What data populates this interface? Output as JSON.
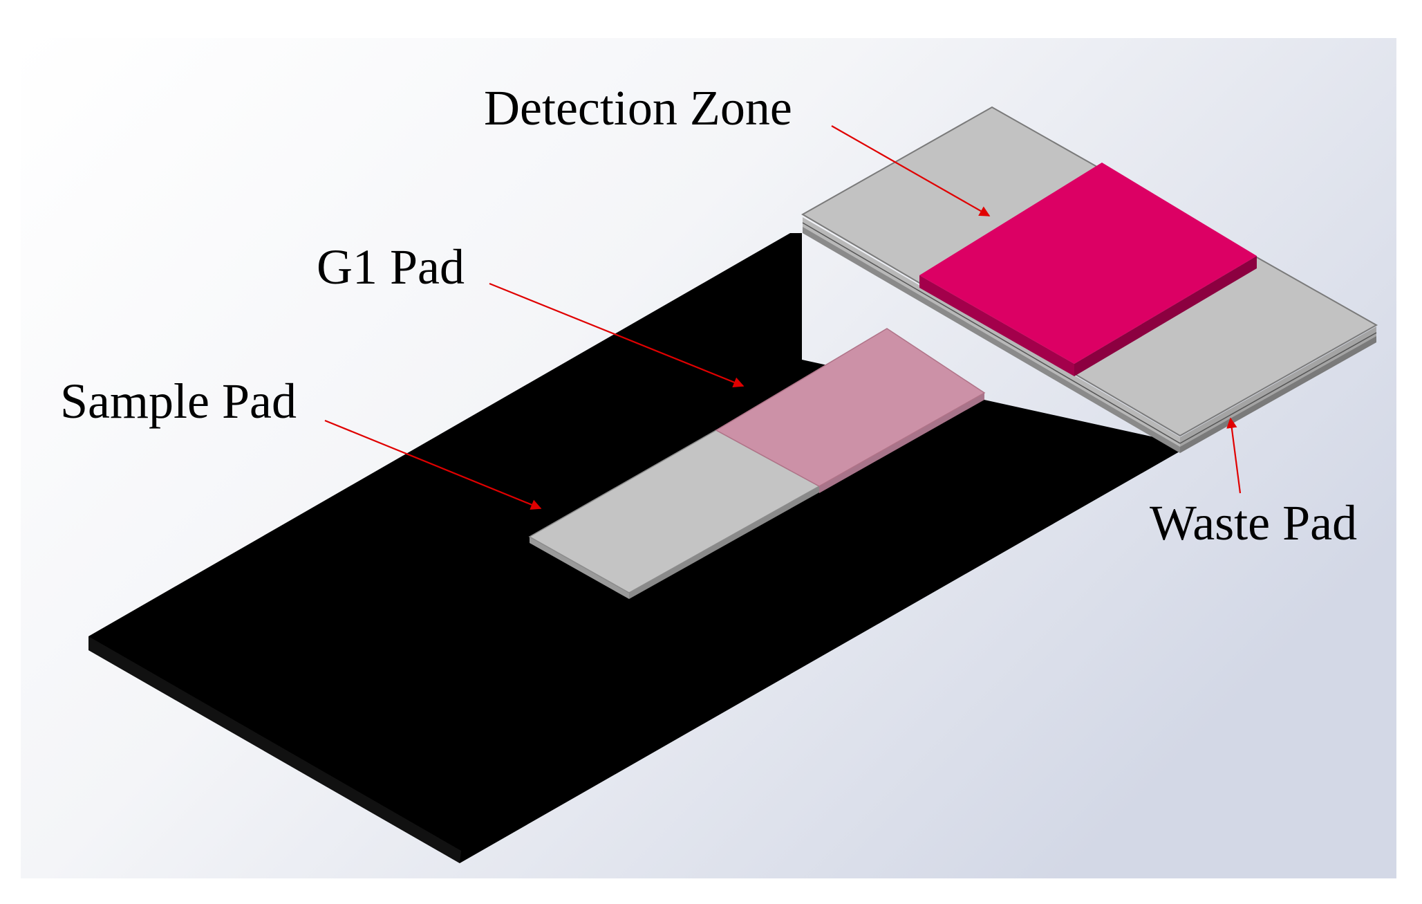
{
  "labels": {
    "detection_zone": "Detection Zone",
    "g1_pad": "G1 Pad",
    "sample_pad": "Sample Pad",
    "waste_pad": "Waste Pad"
  },
  "colors": {
    "background_light": "#ffffff",
    "background_dark": "#d6dbe8",
    "base_card": "#000000",
    "pad_grey": "#c2c2c2",
    "pad_grey_edge": "#8c8c8c",
    "g1_pad": "#cc91a7",
    "g1_pad_edge": "#b07388",
    "detection_zone": "#dc0064",
    "detection_zone_edge": "#a8004c",
    "arrow": "#e00000"
  }
}
